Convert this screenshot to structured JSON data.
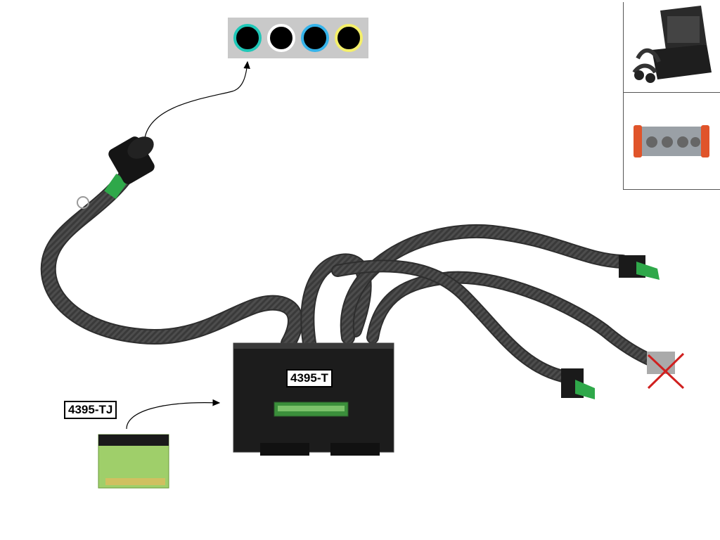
{
  "labels": {
    "module": "4395-T",
    "adapter": "4395-TJ"
  },
  "legend": {
    "rings": [
      {
        "name": "teal-ring",
        "color": "#1fc7b7"
      },
      {
        "name": "white-ring",
        "color": "#ffffff"
      },
      {
        "name": "blue-ring",
        "color": "#35b3ea"
      },
      {
        "name": "yellow-ring",
        "color": "#f4ef6a"
      }
    ],
    "background": "#c9c9c9"
  },
  "colors": {
    "cable": "#3a3a3a",
    "module": "#1c1c1c",
    "slot": "#3b8f3b",
    "board": "#9fcf6a",
    "cross": "#d0201f",
    "tag": "#2fa84a"
  },
  "icons": [
    "round-connector-icon",
    "rect-connector-icon",
    "pcb-adapter-icon",
    "cross-mark-icon",
    "carry-case-icon",
    "breakout-box-icon"
  ]
}
